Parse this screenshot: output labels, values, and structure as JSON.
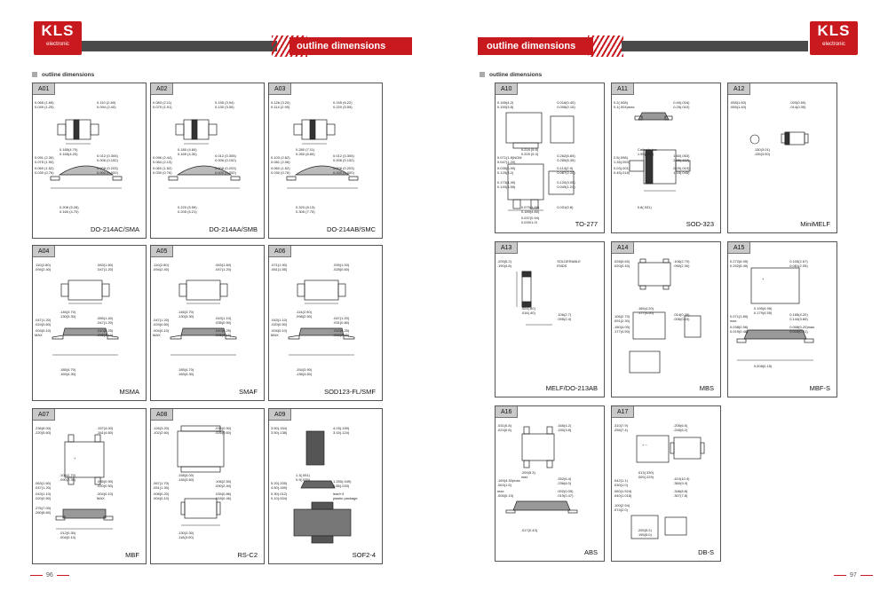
{
  "brand": {
    "logo_text": "KLS",
    "logo_sub": "electronic"
  },
  "header": {
    "banner_left": "outline dimensions",
    "banner_right": "outline dimensions"
  },
  "section": {
    "left": "outline dimensions",
    "right": "outline dimensions"
  },
  "panels": {
    "A01": {
      "code": "A01",
      "name": "DO-214AC/SMA",
      "dims": [
        "0.065 (1.65)",
        "0.049 (1.25)",
        "0.110 (2.80)",
        "0.094 (2.40)",
        "0.185(4.70)",
        "0.165(4.20)",
        "0.012 (0.305)",
        "0.006 (0.152)",
        "0.091 (2.30)",
        "0.075 (1.90)",
        "0.060 (1.52)",
        "0.030 (0.76)",
        "0.008 (0.203)",
        "0.000 (0.000)",
        "0.208 (5.28)",
        "0.160 (4.70)"
      ]
    },
    "A02": {
      "code": "A02",
      "name": "DO-214AA/SMB",
      "dims": [
        "0.083 (2.11)",
        "0.075 (1.91)",
        "0.155 (3.94)",
        "0.130 (3.30)",
        "0.180 (4.60)",
        "0.169 (4.30)",
        "0.012 (0.305)",
        "0.006 (0.152)",
        "0.096 (2.44)",
        "0.084 (2.13)",
        "0.060 (1.52)",
        "0.030 (0.76)",
        "0.008 (0.203)",
        "0.000 (0.000)",
        "0.220 (5.59)",
        "0.205 (5.21)"
      ]
    },
    "A03": {
      "code": "A03",
      "name": "DO-214AB/SMC",
      "dims": [
        "0.126 (3.20)",
        "0.114 (2.90)",
        "0.245 (6.22)",
        "0.220 (5.59)",
        "0.280 (7.11)",
        "0.260 (6.60)",
        "0.012 (0.305)",
        "0.006 (0.152)",
        "0.103 (2.62)",
        "0.081 (2.06)",
        "0.060 (1.52)",
        "0.030 (0.76)",
        "0.008 (0.203)",
        "0.000 (0.000)",
        "0.320 (8.13)",
        "0.305 (7.75)"
      ]
    },
    "A04": {
      "code": "A04",
      "name": "MSMA",
      "dims": [
        ".110(2.80)",
        ".094(2.40)",
        ".063(1.60)",
        ".047(1.20)",
        ".146(3.70)",
        ".130(3.30)",
        ".055(1.40)",
        ".047(1.20)",
        ".047(1.20)",
        ".024(0.60)",
        ".004(0.10)",
        "MAX",
        ".010(0.25)",
        ".006(0.15)",
        ".185(4.70)",
        ".169(4.30)"
      ]
    },
    "A05": {
      "code": "A05",
      "name": "SMAF",
      "dims": [
        ".110(2.80)",
        ".094(2.40)",
        ".063(1.60)",
        ".047(1.20)",
        ".146(3.70)",
        ".130(3.30)",
        ".043(1.10)",
        ".035(0.90)",
        ".047(1.20)",
        ".024(0.60)",
        ".004(0.10)",
        "MAX",
        ".010(0.25)",
        ".006(0.15)",
        ".185(4.70)",
        ".169(4.30)"
      ]
    },
    "A06": {
      "code": "A06",
      "name": "SOD123-FL/SMF",
      "dims": [
        ".071(1.90)",
        ".061(1.55)",
        ".039(1.00)",
        ".028(0.60)",
        ".114(2.90)",
        ".098(2.50)",
        ".047(1.20)",
        ".031(0.80)",
        ".043(1.10)",
        ".020(0.50)",
        ".004(0.10)",
        "MAX",
        ".010(0.25)",
        ".002(0.05)",
        ".154(3.90)",
        ".138(3.50)"
      ]
    },
    "A07": {
      "code": "A07",
      "name": "MBF",
      "dims": [
        ".236(6.00)",
        ".220(5.60)",
        ".157(4.00)",
        ".161(4.60)",
        ".106(2.70)",
        ".090(2.30)",
        ".035(0.90)",
        ".020(0.50)",
        ".063(1.60)",
        ".047(1.20)",
        ".043(1.10)",
        ".020(0.50)",
        ".004(0.10)",
        "MAX",
        ".012(0.30)",
        ".004(0.10)",
        ".276(7.00)",
        ".260(6.60)"
      ]
    },
    "A08": {
      "code": "A08",
      "name": "RS-C2",
      "dims": [
        ".126(3.20)",
        ".102(2.60)",
        ".035(0.90)",
        ".026(0.60)",
        ".158(4.00)",
        ".146(3.60)",
        ".106(2.50)",
        ".090(2.40)",
        ".067(1.70)",
        ".051(1.30)",
        ".008(0.20)",
        ".004(0.10)",
        ".034(0.86)",
        ".018(0.46)",
        ".130(3.30)",
        ".118(3.00)"
      ]
    },
    "A09": {
      "code": "A09",
      "name": "SOF2-4",
      "dims": [
        "3.50(.154)",
        "3.50(.138)",
        "4.03(.159)",
        "3.15(.124)",
        "1.3(.051)",
        "0.9(.035)",
        "1.250(.049)",
        "0.85(.033)",
        "5.20(.205)",
        "4.50(.169)",
        "0.30(.012)",
        "0.10(.004)",
        "lead+4",
        "plastic package"
      ]
    },
    "A10": {
      "code": "A10",
      "name": "TO-277",
      "dims": [
        "0.165(4.2)",
        "0.150(3.8)",
        "0.016(0.40)",
        "0.006(0.15)",
        "0.216 (5.5)",
        "0.209 (5.3)",
        "0.262(6.65)",
        "0.250(6.35)",
        "0.071(1.8)NOM",
        "0.047(1.20)",
        "0.035(0.90)",
        "0.125(3.2)",
        "0.114(2.9)",
        "0.087(2.20)",
        "0.075(1.90)",
        "0.189(4.80)",
        "0.173(4.40)",
        "0.140(3.55)",
        "0.120(3.05)",
        "0.049(1.24)",
        "0.037(0.94)",
        "0.039(1.0)",
        "0.031(0.8)"
      ]
    },
    "A11": {
      "code": "A11",
      "name": "SOD-323",
      "dims": [
        "0.2(.008)",
        "0.1(.004)max",
        "0.40(.016)",
        "0.25(.010)",
        "Cathode bar",
        "1.95(.077)",
        "1.60(.063)",
        "2.85(.112)",
        "2.5(.098)",
        "1.35(.053)",
        "0.03(.001)",
        "0.45(.018)",
        "0.25(.010)",
        "1.15(.045)",
        "0.8(.031)"
      ]
    },
    "A12": {
      "code": "A12",
      "name": "MiniMELF",
      "dims": [
        ".058(1.60)",
        ".055(1.40)",
        ".020(0.50)",
        ".014(0.35)",
        ".130(3.01)",
        ".135(3.50)"
      ]
    },
    "A13": {
      "code": "A13",
      "name": "MELF/DO-213AB",
      "dims": [
        ".205(5.2)",
        ".190(4.8)",
        "SOLDERABLE",
        "ENDS",
        ".024(.60)",
        ".016(.40)",
        ".106(2.7)",
        ".095(2.4)"
      ]
    },
    "A14": {
      "code": "A14",
      "name": "MBS",
      "dims": [
        ".028(0.60)",
        ".020(0.40)",
        ".106(2.70)",
        ".090(2.30)",
        ".165(4.20)",
        ".177(4.50)",
        ".014(0.35)",
        ".006(0.15)",
        ".106(2.70)",
        ".091(2.30)",
        ".150(4.00)",
        ".177(4.50)"
      ]
    },
    "A15": {
      "code": "A15",
      "name": "MBF-S",
      "dims": [
        "0.272(6.90)",
        "0.252(6.40)",
        "0.105(2.67)",
        "0.081(2.05)",
        "0.195(4.95)",
        "0.179(4.55)",
        "0.165(4.20)",
        "0.144(3.65)",
        "0.071(1.80)",
        "max",
        "0.038(0.96)",
        "0.019(0.48)",
        "0.008(0.20)max",
        "0.016(0.41)",
        "0.008(0.15)"
      ]
    },
    "A16": {
      "code": "A16",
      "name": "ABS",
      "dims": [
        ".031(0.8)",
        ".024(0.6)",
        ".165(4.2)",
        ".150(3.8)",
        ".209(5.3)",
        "max",
        ".252(6.4)",
        ".236(6.0)",
        ".169(4.30)max",
        ".063(1.6)",
        "max",
        ".006(0.15)",
        ".002(0.05)",
        ".019(0.47)",
        ".017(0.43)"
      ]
    },
    "A17": {
      "code": "A17",
      "name": "DB-S",
      "dims": [
        ".310(7.9)",
        ".256(7.4)",
        ".205(6.5)",
        ".245(6.2)",
        ".013(.330)",
        ".009(.229)",
        ".410(10.4)",
        ".360(9.4)",
        ".042(1.1)",
        ".030(1.0)",
        ".060(1.524)",
        ".040(1.016)",
        ".346(8.8)",
        ".307(7.8)",
        ".205(5.2)",
        ".195(5.0)",
        ".100(2.54)",
        ".074(2.0)"
      ]
    }
  },
  "footer": {
    "page_left": "96",
    "page_right": "97"
  }
}
